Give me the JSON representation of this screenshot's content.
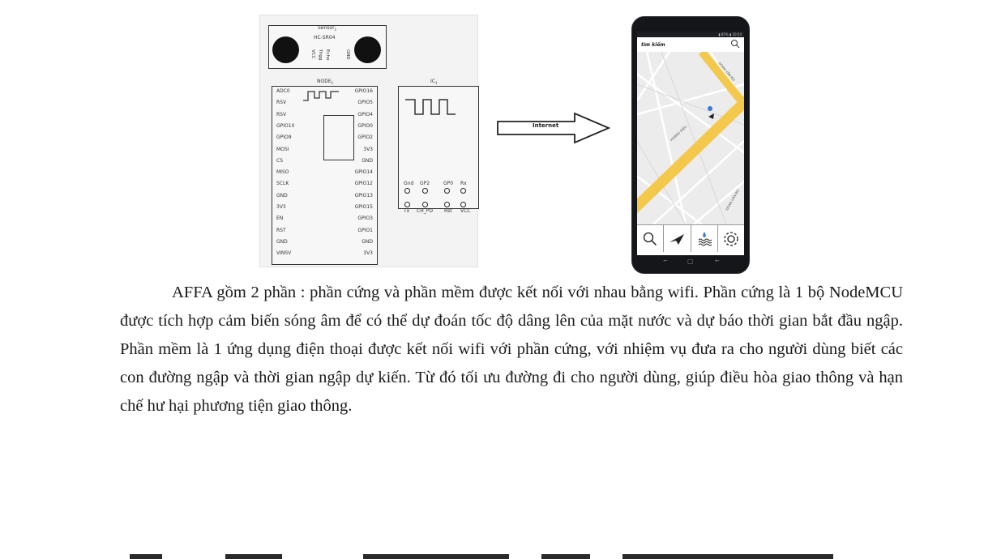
{
  "schematic": {
    "sensor_label": "Sensor",
    "sensor_subscript": "1",
    "sensor_model": "HC-SR04",
    "sensor_pins": [
      "VCC",
      "Trigg",
      "Echo",
      "GND"
    ],
    "node_label": "NODE",
    "node_subscript": "1",
    "node_pins_left": [
      "ADC0",
      "RSV",
      "RSV",
      "GPIO10",
      "GPIO9",
      "MOSI",
      "CS",
      "MISO",
      "SCLK",
      "GND",
      "3V3",
      "EN",
      "RST",
      "GND",
      "VINSV"
    ],
    "node_pins_right": [
      "GPIO16",
      "GPIO5",
      "GPIO4",
      "GPIO0",
      "GPIO2",
      "3V3",
      "GND",
      "GPIO14",
      "GPIO12",
      "GPIO13",
      "GPIO15",
      "GPIO3",
      "GPIO1",
      "GND",
      "3V3"
    ],
    "ic_label": "IC",
    "ic_subscript": "1",
    "ic_pins_top": [
      "Gnd",
      "GP2",
      "GP0",
      "Rx"
    ],
    "ic_pins_bottom": [
      "Tx",
      "CH_PD",
      "Rst",
      "VCC"
    ]
  },
  "arrow": {
    "label": "Internet"
  },
  "phone": {
    "search_placeholder": "tìm kiếm",
    "status_text": "▮ 85% ▮ 10:54",
    "map_labels": {
      "street_1": "ĐOÀN VĂN BƠ",
      "street_2": "HOÀNG DIỆU",
      "street_3": "ĐOÀN VĂN BƠ"
    },
    "bottom_icons": [
      "search-icon",
      "send-icon",
      "water-icon",
      "gear-icon"
    ],
    "nav_icons": [
      "recent-apps-icon",
      "home-icon",
      "back-icon"
    ],
    "colors": {
      "road": "#f4c84a",
      "map_bg": "#ececec",
      "phone": "#14161a"
    }
  },
  "paragraph": {
    "first": "AFFA gồm 2 phần : phần cứng và phần mềm được kết nối với nhau bằng wifi. Phần cứng là 1 bộ NodeMCU được tích hợp cảm biến sóng âm để có thể dự đoán tốc độ dâng lên của mặt nước và dự báo thời gian bắt đầu ngập. Phần mềm là 1 ứng dụng điện thoại được kết nối wifi với phần cứng, với nhiệm vụ đưa ra cho người dùng biết các con đường ngập và thời gian ngập dự kiến. Từ đó tối ưu đường đi cho người dùng, giúp điều hòa giao thông và hạn chế hư hại phương tiện giao thông."
  }
}
